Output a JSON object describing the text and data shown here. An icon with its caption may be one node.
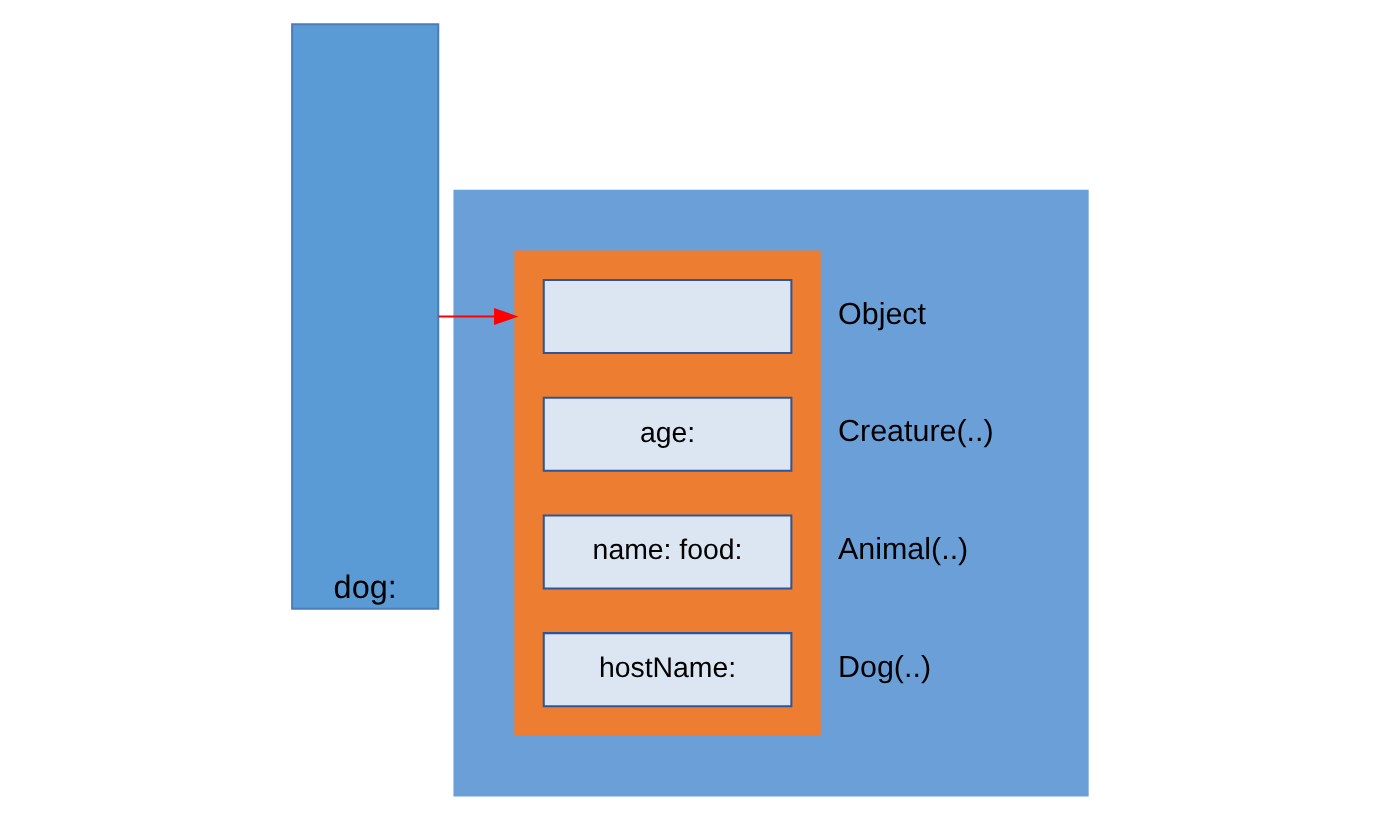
{
  "diagram": {
    "nodes": [
      {
        "text": [
          "dog:"
        ]
      },
      {
        "text": [],
        "shape": "box"
      },
      {
        "text": [],
        "shape": "box",
        "in": 1
      },
      {
        "text": [],
        "shape": "box",
        "in": 2,
        "beside": [
          "Object"
        ]
      },
      {
        "text": [
          "age:"
        ],
        "in": 2,
        "beside": [
          "Creature(..)"
        ]
      },
      {
        "text": [
          "name: food:"
        ],
        "in": 2,
        "beside": [
          "Animal(..)"
        ]
      },
      {
        "text": [
          "hostName:"
        ],
        "in": 2,
        "beside": [
          "Dog(..)"
        ]
      }
    ],
    "edges": [
      {
        "from": 0,
        "to": 2,
        "arrow": "to",
        "color": "#ff0000"
      }
    ]
  }
}
